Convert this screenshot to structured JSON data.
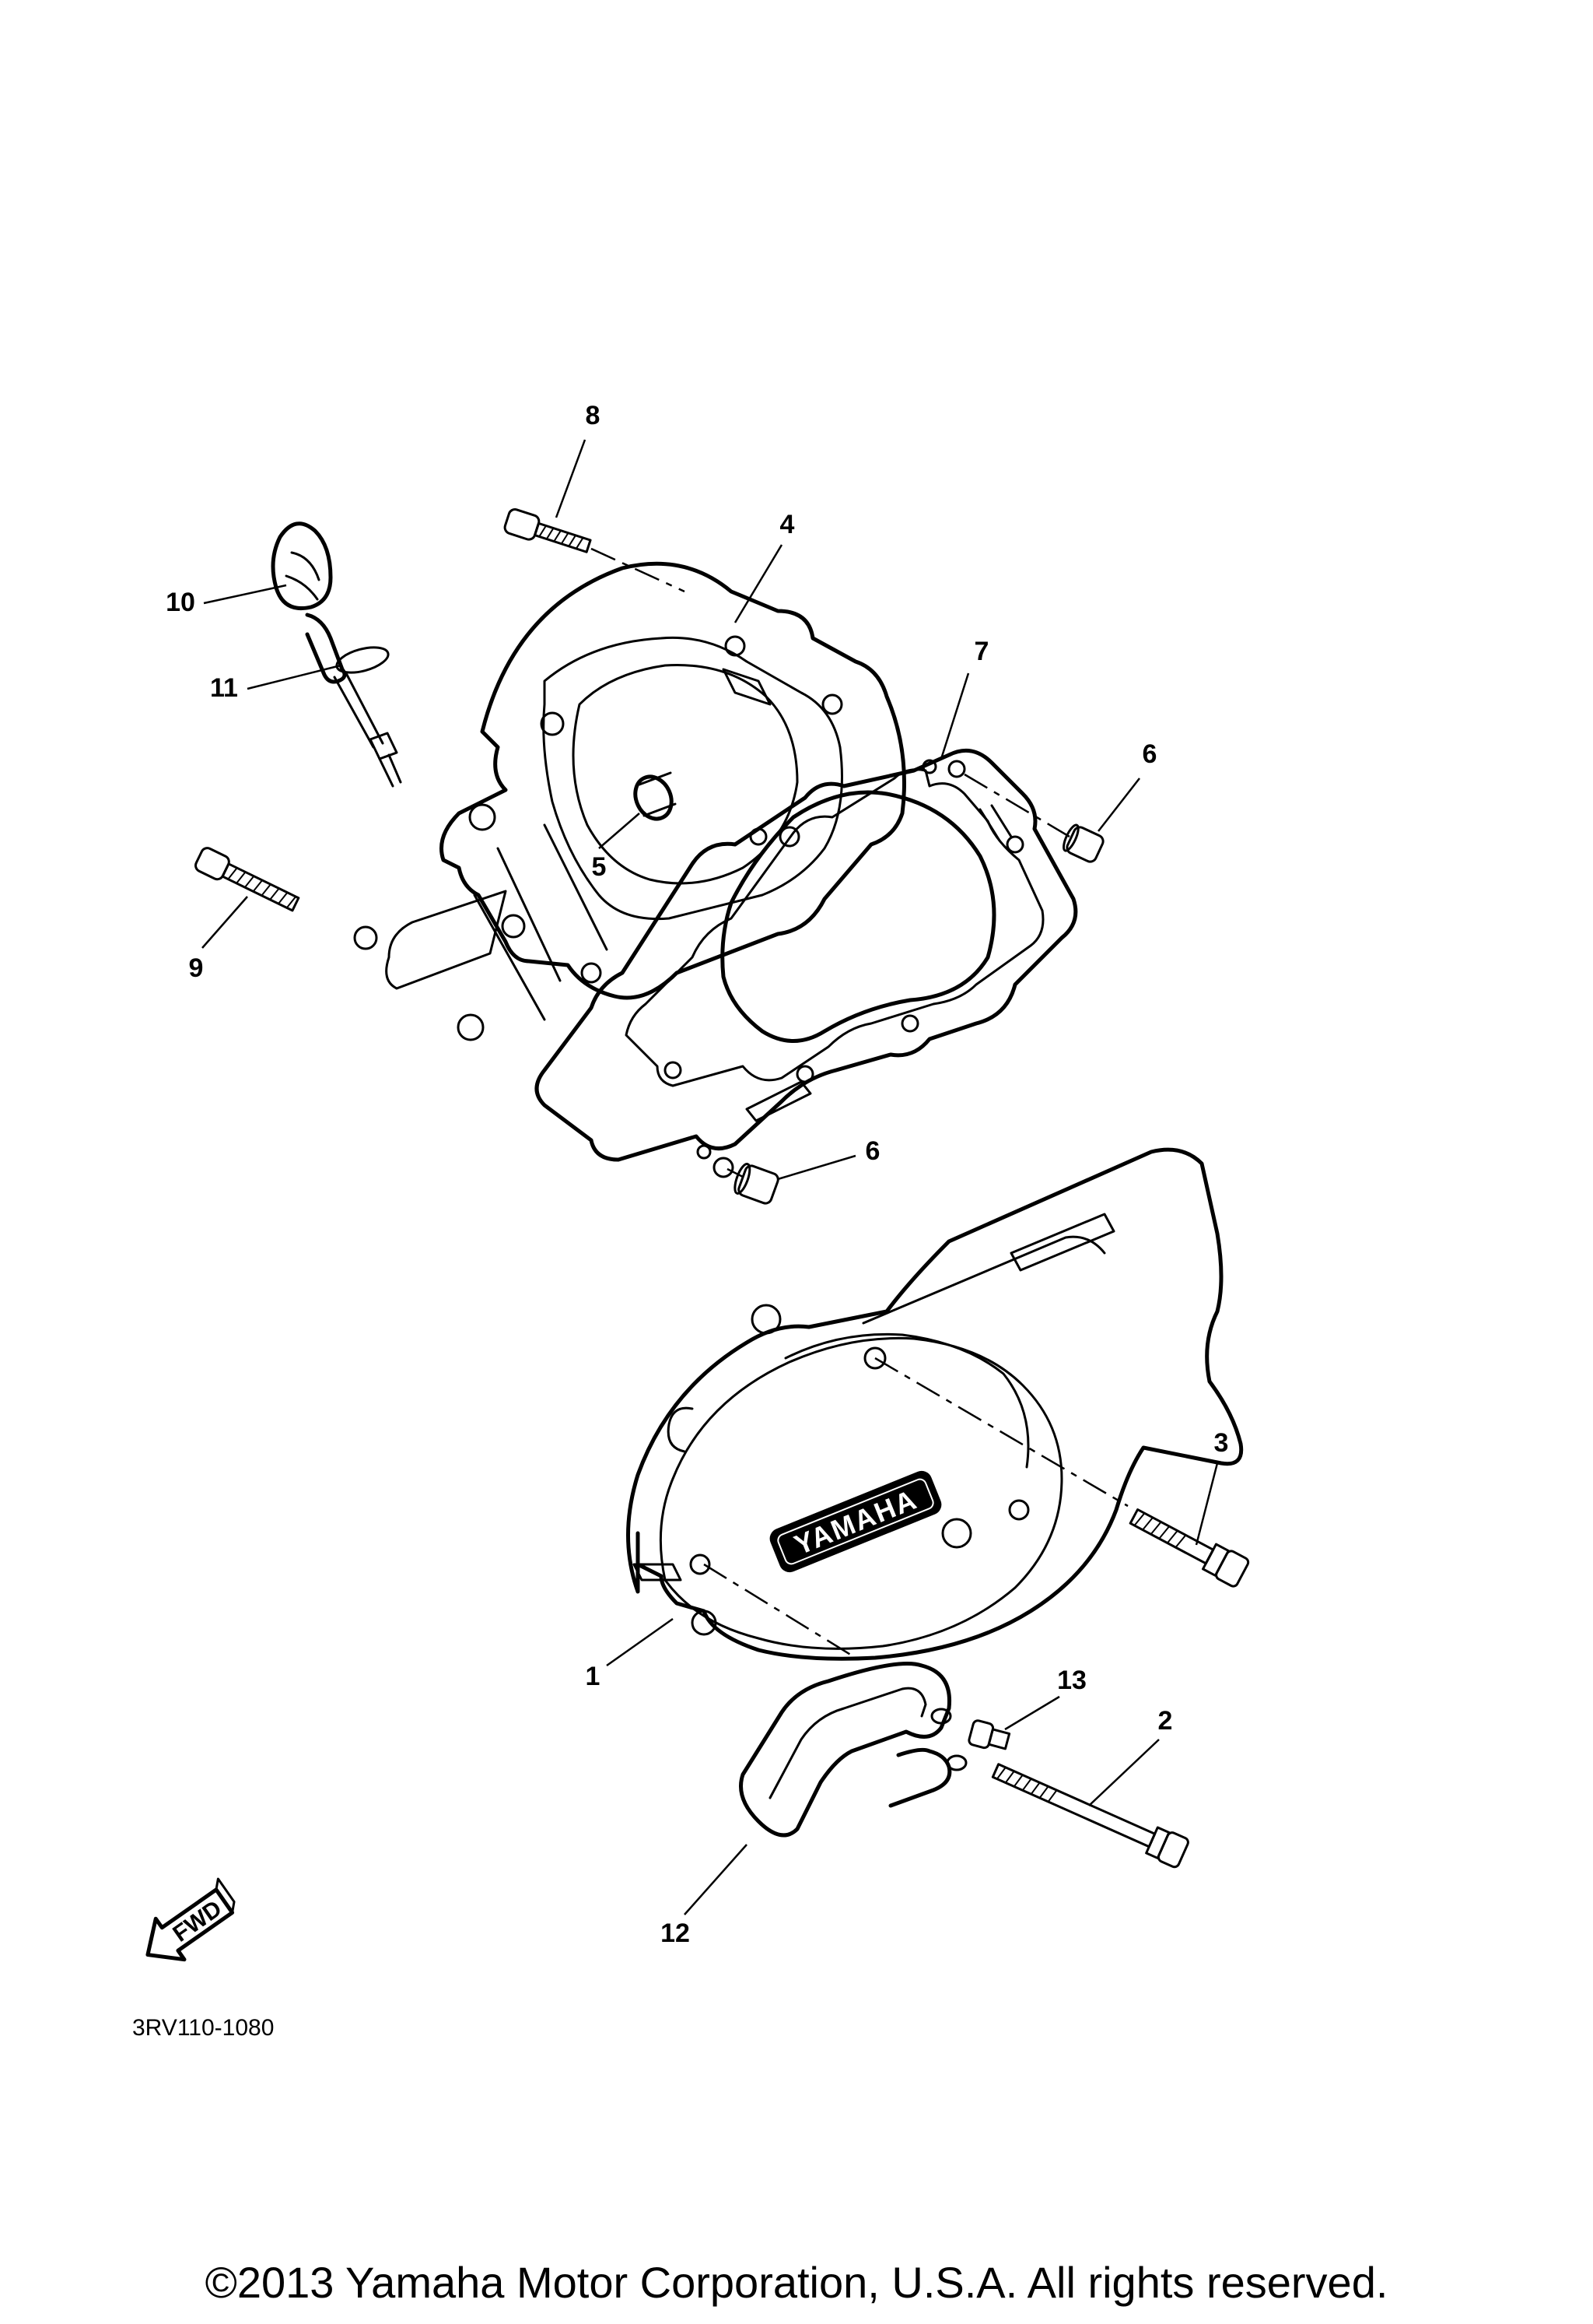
{
  "diagram": {
    "part_code": "3RV110-1080",
    "fwd_label": "FWD",
    "brand_label": "YAMAHA",
    "callouts": {
      "c1": "1",
      "c2": "2",
      "c3": "3",
      "c4": "4",
      "c5": "5",
      "c6a": "6",
      "c6b": "6",
      "c7": "7",
      "c8": "8",
      "c9": "9",
      "c10": "10",
      "c11": "11",
      "c12": "12",
      "c13": "13"
    }
  },
  "footer": {
    "copyright": "©2013 Yamaha Motor Corporation, U.S.A. All rights reserved."
  }
}
